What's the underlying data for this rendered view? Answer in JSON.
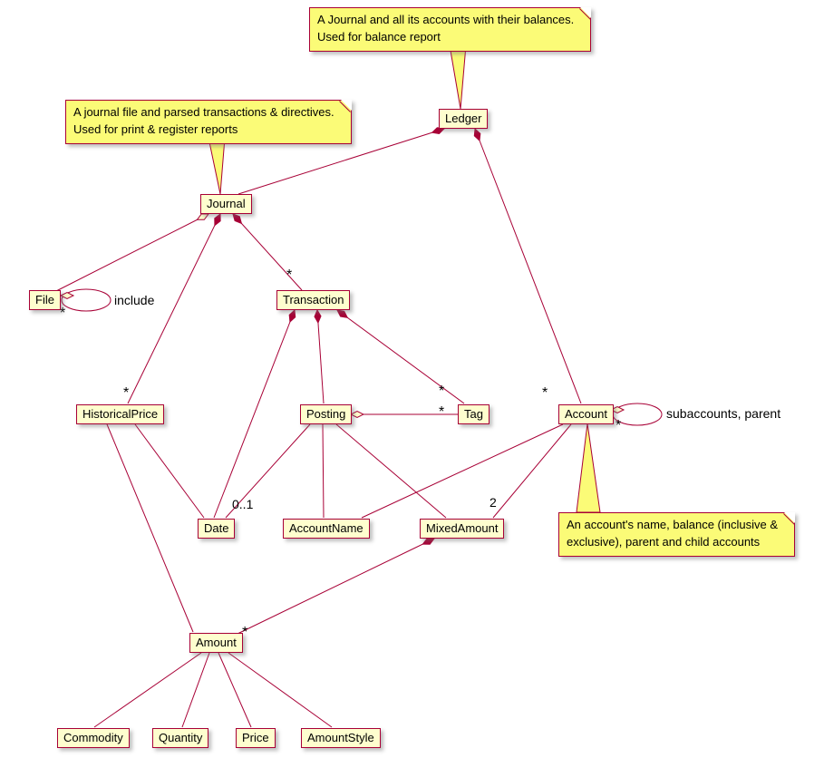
{
  "diagram": {
    "type": "uml-class-diagram",
    "nodes": [
      {
        "id": "ledger",
        "label": "Ledger"
      },
      {
        "id": "journal",
        "label": "Journal"
      },
      {
        "id": "file",
        "label": "File"
      },
      {
        "id": "transaction",
        "label": "Transaction"
      },
      {
        "id": "historicalprice",
        "label": "HistoricalPrice"
      },
      {
        "id": "posting",
        "label": "Posting"
      },
      {
        "id": "tag",
        "label": "Tag"
      },
      {
        "id": "account",
        "label": "Account"
      },
      {
        "id": "date",
        "label": "Date"
      },
      {
        "id": "accountname",
        "label": "AccountName"
      },
      {
        "id": "mixedamount",
        "label": "MixedAmount"
      },
      {
        "id": "amount",
        "label": "Amount"
      },
      {
        "id": "commodity",
        "label": "Commodity"
      },
      {
        "id": "quantity",
        "label": "Quantity"
      },
      {
        "id": "price",
        "label": "Price"
      },
      {
        "id": "amountstyle",
        "label": "AmountStyle"
      }
    ],
    "notes": [
      {
        "id": "ledger-note",
        "line1": "A Journal and all its accounts with their balances.",
        "line2": "Used for balance report"
      },
      {
        "id": "journal-note",
        "line1": "A journal file and parsed transactions & directives.",
        "line2": "Used for print & register reports"
      },
      {
        "id": "account-note",
        "line1": "An account's name, balance (inclusive &",
        "line2": "exclusive), parent and child accounts"
      }
    ],
    "labels": {
      "file_include": "include",
      "file_star": "*",
      "transaction_star": "*",
      "historicalprice_star": "*",
      "tag_star_top": "*",
      "tag_star_side": "*",
      "account_star_top": "*",
      "account_star_loop": "*",
      "account_loop_label": "subaccounts, parent",
      "date_mult": "0..1",
      "mixedamount_mult": "2",
      "amount_star": "*"
    },
    "relationships": [
      {
        "from": "Ledger",
        "to": "Journal",
        "type": "composition"
      },
      {
        "from": "Ledger",
        "to": "Account",
        "type": "composition",
        "multiplicity": "*"
      },
      {
        "from": "Journal",
        "to": "File",
        "type": "aggregation"
      },
      {
        "from": "File",
        "to": "File",
        "type": "aggregation",
        "label": "include",
        "multiplicity": "*"
      },
      {
        "from": "Journal",
        "to": "Transaction",
        "type": "composition",
        "multiplicity": "*"
      },
      {
        "from": "Journal",
        "to": "HistoricalPrice",
        "type": "composition",
        "multiplicity": "*"
      },
      {
        "from": "Transaction",
        "to": "Date",
        "type": "composition"
      },
      {
        "from": "Transaction",
        "to": "Posting",
        "type": "composition"
      },
      {
        "from": "Transaction",
        "to": "Tag",
        "type": "composition",
        "multiplicity": "*"
      },
      {
        "from": "Posting",
        "to": "Tag",
        "type": "aggregation",
        "multiplicity": "*"
      },
      {
        "from": "Posting",
        "to": "Date",
        "type": "association",
        "multiplicity": "0..1"
      },
      {
        "from": "Posting",
        "to": "AccountName",
        "type": "association"
      },
      {
        "from": "Posting",
        "to": "MixedAmount",
        "type": "association"
      },
      {
        "from": "Account",
        "to": "Account",
        "type": "aggregation",
        "label": "subaccounts, parent",
        "multiplicity": "*"
      },
      {
        "from": "Account",
        "to": "AccountName",
        "type": "association"
      },
      {
        "from": "Account",
        "to": "MixedAmount",
        "type": "association",
        "multiplicity": "2"
      },
      {
        "from": "MixedAmount",
        "to": "Amount",
        "type": "composition",
        "multiplicity": "*"
      },
      {
        "from": "HistoricalPrice",
        "to": "Date",
        "type": "association"
      },
      {
        "from": "HistoricalPrice",
        "to": "Amount",
        "type": "association"
      },
      {
        "from": "Amount",
        "to": "Commodity",
        "type": "association"
      },
      {
        "from": "Amount",
        "to": "Quantity",
        "type": "association"
      },
      {
        "from": "Amount",
        "to": "Price",
        "type": "association"
      },
      {
        "from": "Amount",
        "to": "AmountStyle",
        "type": "association"
      }
    ],
    "colors": {
      "line": "#a80036",
      "node_bg": "#fefece",
      "note_bg": "#fbfb77",
      "text": "#000000",
      "background": "#ffffff"
    }
  }
}
